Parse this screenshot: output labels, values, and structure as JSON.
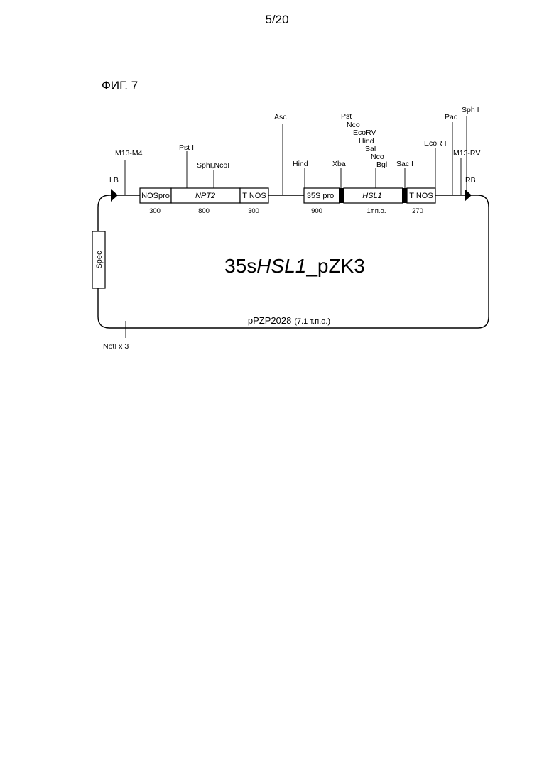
{
  "page_number": "5/20",
  "figure_label": "ФИГ. 7",
  "plasmid": {
    "name_prefix": "35s",
    "name_gene": "HSL1",
    "name_suffix": "_pZK3",
    "backbone_name": "pPZP2028",
    "backbone_size": "(7.1 т.п.о.)"
  },
  "borders": {
    "left": "LB",
    "right": "RB"
  },
  "primers": {
    "left": "M13-M4",
    "right": "M13-RV"
  },
  "elements": [
    {
      "id": "nospro",
      "label": "NOSpro",
      "size": "300",
      "italic": false
    },
    {
      "id": "npt2",
      "label": "NPT2",
      "size": "800",
      "italic": true
    },
    {
      "id": "tnos1",
      "label": "T NOS",
      "size": "300",
      "italic": false
    },
    {
      "id": "p35s",
      "label": "35S pro",
      "size": "900",
      "italic": false
    },
    {
      "id": "hsl1",
      "label": "HSL1",
      "size": "1т.п.о.",
      "italic": true
    },
    {
      "id": "tnos2",
      "label": "T NOS",
      "size": "270",
      "italic": false
    }
  ],
  "marker": {
    "label": "Spec"
  },
  "sites": {
    "pst1": "Pst I",
    "sphncoi": "SphI,NcoI",
    "asc": "Asc",
    "hind": "Hind",
    "xba": "Xba",
    "mcs": [
      "Pst",
      "Nco",
      "EcoRV",
      "Hind",
      "Sal",
      "Nco",
      "Bgl"
    ],
    "sac1": "Sac I",
    "ecor1": "EcoR I",
    "pac": "Pac",
    "sph1": "Sph I",
    "noti": "NotI x 3"
  }
}
